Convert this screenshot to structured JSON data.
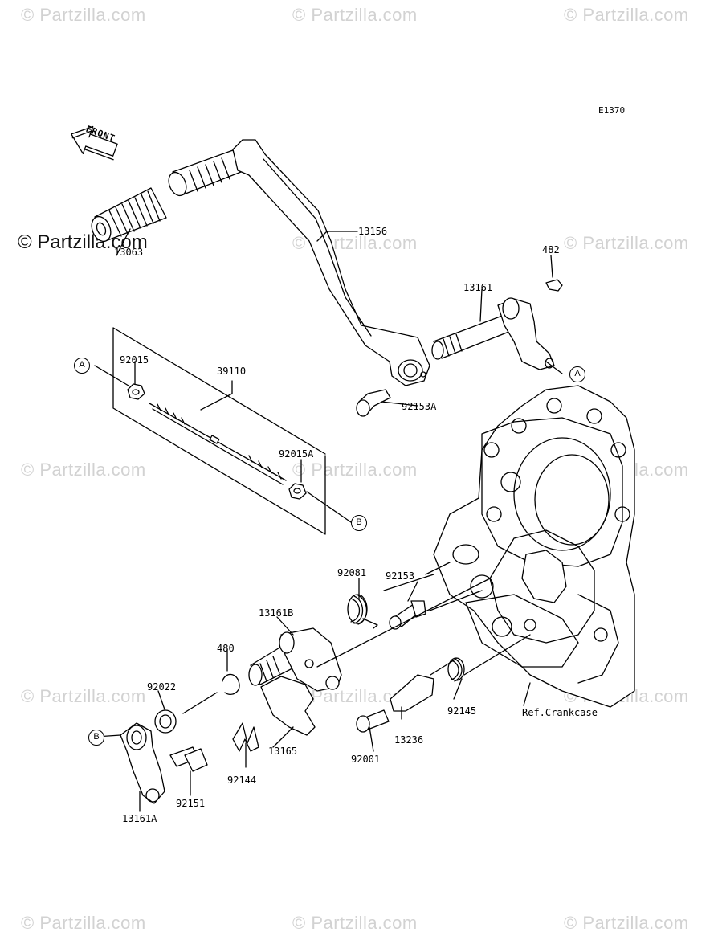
{
  "diagram_id": "E1370",
  "front_label": "FRONT",
  "watermark": "© Partzilla.com",
  "parts": [
    {
      "id": "p13063",
      "number": "13063"
    },
    {
      "id": "p13156",
      "number": "13156"
    },
    {
      "id": "p482",
      "number": "482"
    },
    {
      "id": "p13161",
      "number": "13161"
    },
    {
      "id": "p92015",
      "number": "92015"
    },
    {
      "id": "p39110",
      "number": "39110"
    },
    {
      "id": "p92153A",
      "number": "92153A"
    },
    {
      "id": "p92015A",
      "number": "92015A"
    },
    {
      "id": "p92081",
      "number": "92081"
    },
    {
      "id": "p92153",
      "number": "92153"
    },
    {
      "id": "p13161B",
      "number": "13161B"
    },
    {
      "id": "p480",
      "number": "480"
    },
    {
      "id": "p92022",
      "number": "92022"
    },
    {
      "id": "p92145",
      "number": "92145"
    },
    {
      "id": "pRef",
      "number": "Ref.Crankcase"
    },
    {
      "id": "p13165",
      "number": "13165"
    },
    {
      "id": "p13236",
      "number": "13236"
    },
    {
      "id": "p92001",
      "number": "92001"
    },
    {
      "id": "p92144",
      "number": "92144"
    },
    {
      "id": "p92151",
      "number": "92151"
    },
    {
      "id": "p13161A",
      "number": "13161A"
    }
  ],
  "callouts": {
    "a": "A",
    "b": "B"
  }
}
